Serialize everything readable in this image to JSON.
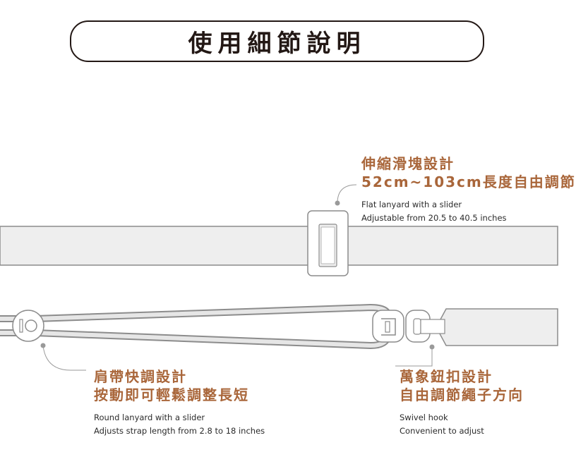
{
  "header": {
    "title": "使用細節說明"
  },
  "callouts": {
    "slider": {
      "zh_line1": "伸縮滑塊設計",
      "zh_line2": "52cm~103cm長度自由調節",
      "en_line1": "Flat lanyard with a slider",
      "en_line2": "Adjustable from 20.5 to 40.5 inches"
    },
    "round": {
      "zh_line1": "肩帶快調設計",
      "zh_line2": "按動即可輕鬆調整長短",
      "en_line1": "Round lanyard with a slider",
      "en_line2": "Adjusts strap length from 2.8 to 18 inches"
    },
    "hook": {
      "zh_line1": "萬象鈕扣設計",
      "zh_line2": "自由調節繩子方向",
      "en_line1": "Swivel hook",
      "en_line2": "Convenient to adjust"
    }
  },
  "colors": {
    "accent": "#a9663a",
    "strap_fill": "#eeeeee",
    "strap_stroke": "#8c8c8c",
    "leader": "#9a9a9a"
  }
}
